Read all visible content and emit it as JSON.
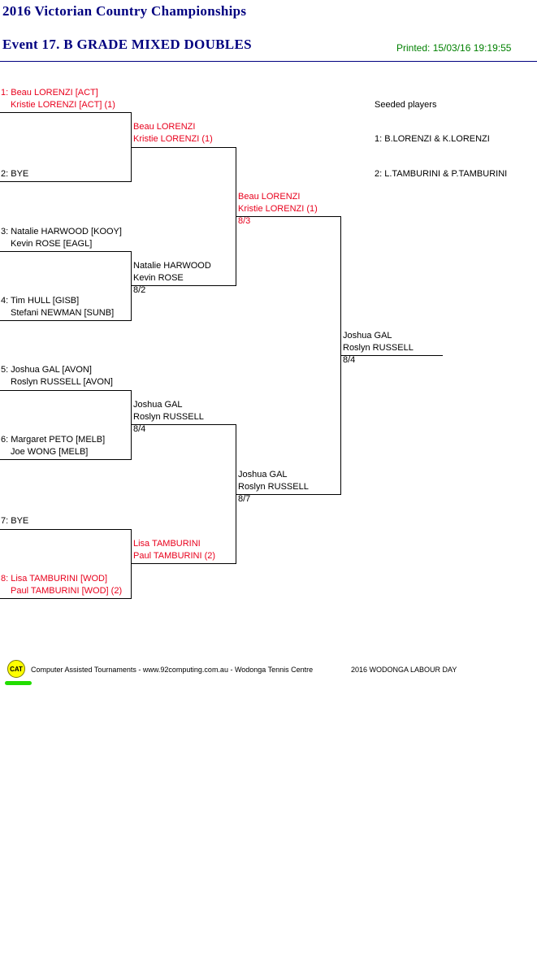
{
  "header": {
    "championship": "2016 Victorian Country Championships",
    "event": "Event 17. B GRADE MIXED DOUBLES",
    "printed": "Printed: 15/03/16 19:19:55"
  },
  "seeds": {
    "title": "Seeded players",
    "list": [
      "1: B.LORENZI & K.LORENZI",
      "2: L.TAMBURINI & P.TAMBURINI"
    ]
  },
  "draw": {
    "round1": [
      {
        "line1": "1: Beau LORENZI [ACT]",
        "line2": "Kristie LORENZI [ACT] (1)",
        "seeded": true
      },
      {
        "line1": "2: BYE",
        "line2": "",
        "seeded": false
      },
      {
        "line1": "3: Natalie HARWOOD [KOOY]",
        "line2": "Kevin ROSE [EAGL]",
        "seeded": false
      },
      {
        "line1": "4: Tim HULL [GISB]",
        "line2": "Stefani NEWMAN [SUNB]",
        "seeded": false
      },
      {
        "line1": "5: Joshua GAL [AVON]",
        "line2": "Roslyn RUSSELL [AVON]",
        "seeded": false
      },
      {
        "line1": "6: Margaret PETO [MELB]",
        "line2": "Joe WONG [MELB]",
        "seeded": false
      },
      {
        "line1": "7: BYE",
        "line2": "",
        "seeded": false
      },
      {
        "line1": "8: Lisa TAMBURINI [WOD]",
        "line2": "Paul TAMBURINI [WOD] (2)",
        "seeded": true
      }
    ],
    "round2": [
      {
        "line1": "Beau LORENZI",
        "line2": "Kristie LORENZI (1)",
        "score": "",
        "seeded": true
      },
      {
        "line1": "Natalie HARWOOD",
        "line2": "Kevin ROSE",
        "score": "8/2",
        "seeded": false
      },
      {
        "line1": "Joshua GAL",
        "line2": "Roslyn RUSSELL",
        "score": "8/4",
        "seeded": false
      },
      {
        "line1": "Lisa TAMBURINI",
        "line2": "Paul TAMBURINI (2)",
        "score": "",
        "seeded": true
      }
    ],
    "round3": [
      {
        "line1": "Beau LORENZI",
        "line2": "Kristie LORENZI (1)",
        "score": "8/3",
        "seeded": true
      },
      {
        "line1": "Joshua GAL",
        "line2": "Roslyn RUSSELL",
        "score": "8/7",
        "seeded": false
      }
    ],
    "final": {
      "line1": "Joshua GAL",
      "line2": "Roslyn RUSSELL",
      "score": "8/4",
      "seeded": false
    }
  },
  "footer": {
    "logo_text": "CAT",
    "credit": "Computer Assisted Tournaments - www.92computing.com.au -  Wodonga Tennis Centre",
    "tournament": "2016 WODONGA LABOUR DAY"
  }
}
